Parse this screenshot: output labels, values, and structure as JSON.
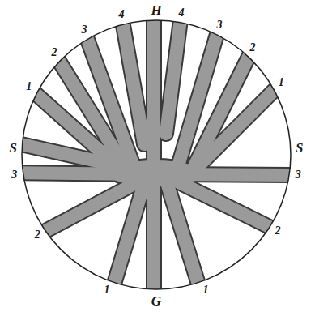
{
  "diagram": {
    "labels": [
      "4",
      "H",
      "4",
      "3",
      "3",
      "2",
      "2",
      "1",
      "1",
      "S",
      "S",
      "3",
      "3",
      "2",
      "2",
      "1",
      "1",
      "G"
    ]
  }
}
